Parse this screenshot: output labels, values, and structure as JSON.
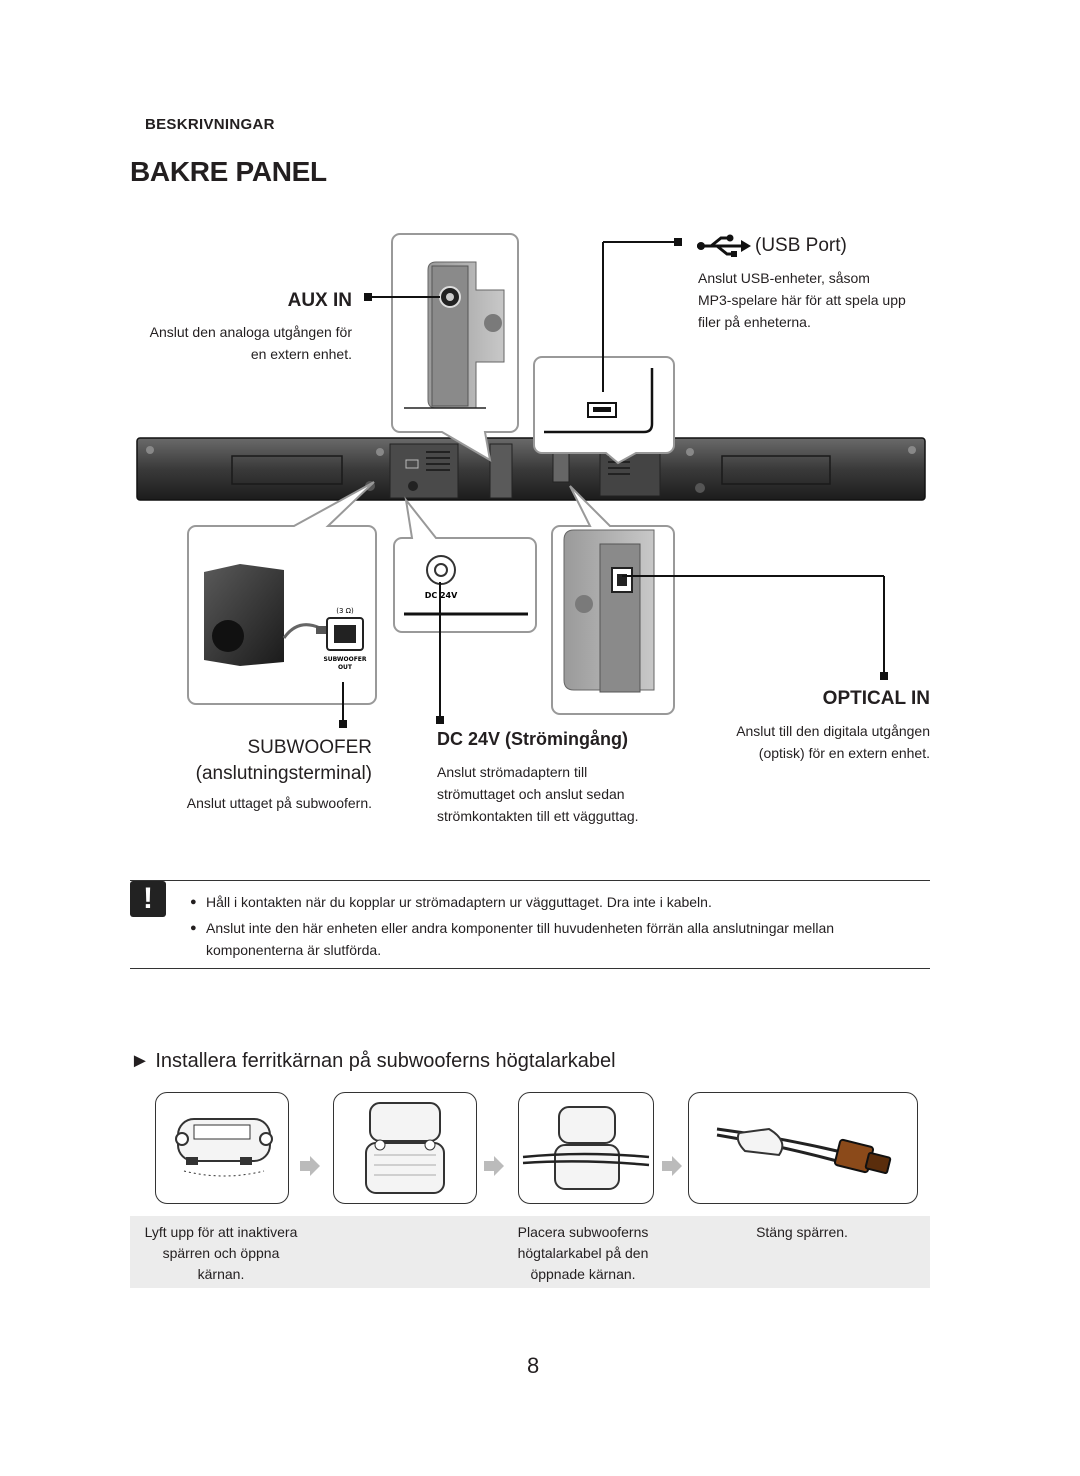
{
  "header": {
    "section": "BESKRIVNINGAR",
    "title": "BAKRE PANEL"
  },
  "connectors": {
    "aux": {
      "label": "AUX IN",
      "desc": [
        "Anslut den analoga utgången för",
        "en extern enhet."
      ]
    },
    "usb": {
      "label": "(USB Port)",
      "desc": [
        "Anslut USB-enheter, såsom",
        "MP3-spelare här för att spela upp",
        "filer på enheterna."
      ]
    },
    "optical": {
      "label": "OPTICAL IN",
      "desc": [
        "Anslut till den digitala utgången",
        "(optisk) för en extern enhet."
      ]
    },
    "subwoofer": {
      "label_line1": "SUBWOOFER",
      "label_line2": "(anslutningsterminal)",
      "desc": "Anslut uttaget på subwoofern."
    },
    "dc": {
      "label": "DC 24V (Strömingång)",
      "desc": [
        "Anslut strömadaptern till",
        "strömuttaget och anslut sedan",
        "strömkontakten till ett vägguttag."
      ]
    }
  },
  "figure_text": {
    "dc_port": "DC 24V",
    "sub_port_ohm": "(3 Ω)",
    "sub_port_line1": "SUBWOOFER",
    "sub_port_line2": "OUT"
  },
  "note": {
    "icon": "!",
    "items": [
      "Håll i kontakten när du kopplar ur strömadaptern ur vägguttaget. Dra inte i kabeln.",
      "Anslut inte den här enheten eller andra komponenter till huvudenheten förrän alla anslutningar mellan komponenterna är slutförda."
    ]
  },
  "ferrite": {
    "title": "Installera ferritkärnan på subwooferns högtalarkabel",
    "steps": [
      {
        "caption": [
          "Lyft upp för att inaktivera",
          "spärren och öppna",
          "kärnan."
        ]
      },
      {
        "caption": []
      },
      {
        "caption": [
          "Placera subwooferns",
          "högtalarkabel på den",
          "öppnade kärnan."
        ]
      },
      {
        "caption": [
          "Stäng spärren."
        ]
      }
    ]
  },
  "page_number": "8",
  "colors": {
    "text": "#231f20",
    "bar_dark": "#2a2a2a",
    "caption_bg": "#ececec"
  }
}
